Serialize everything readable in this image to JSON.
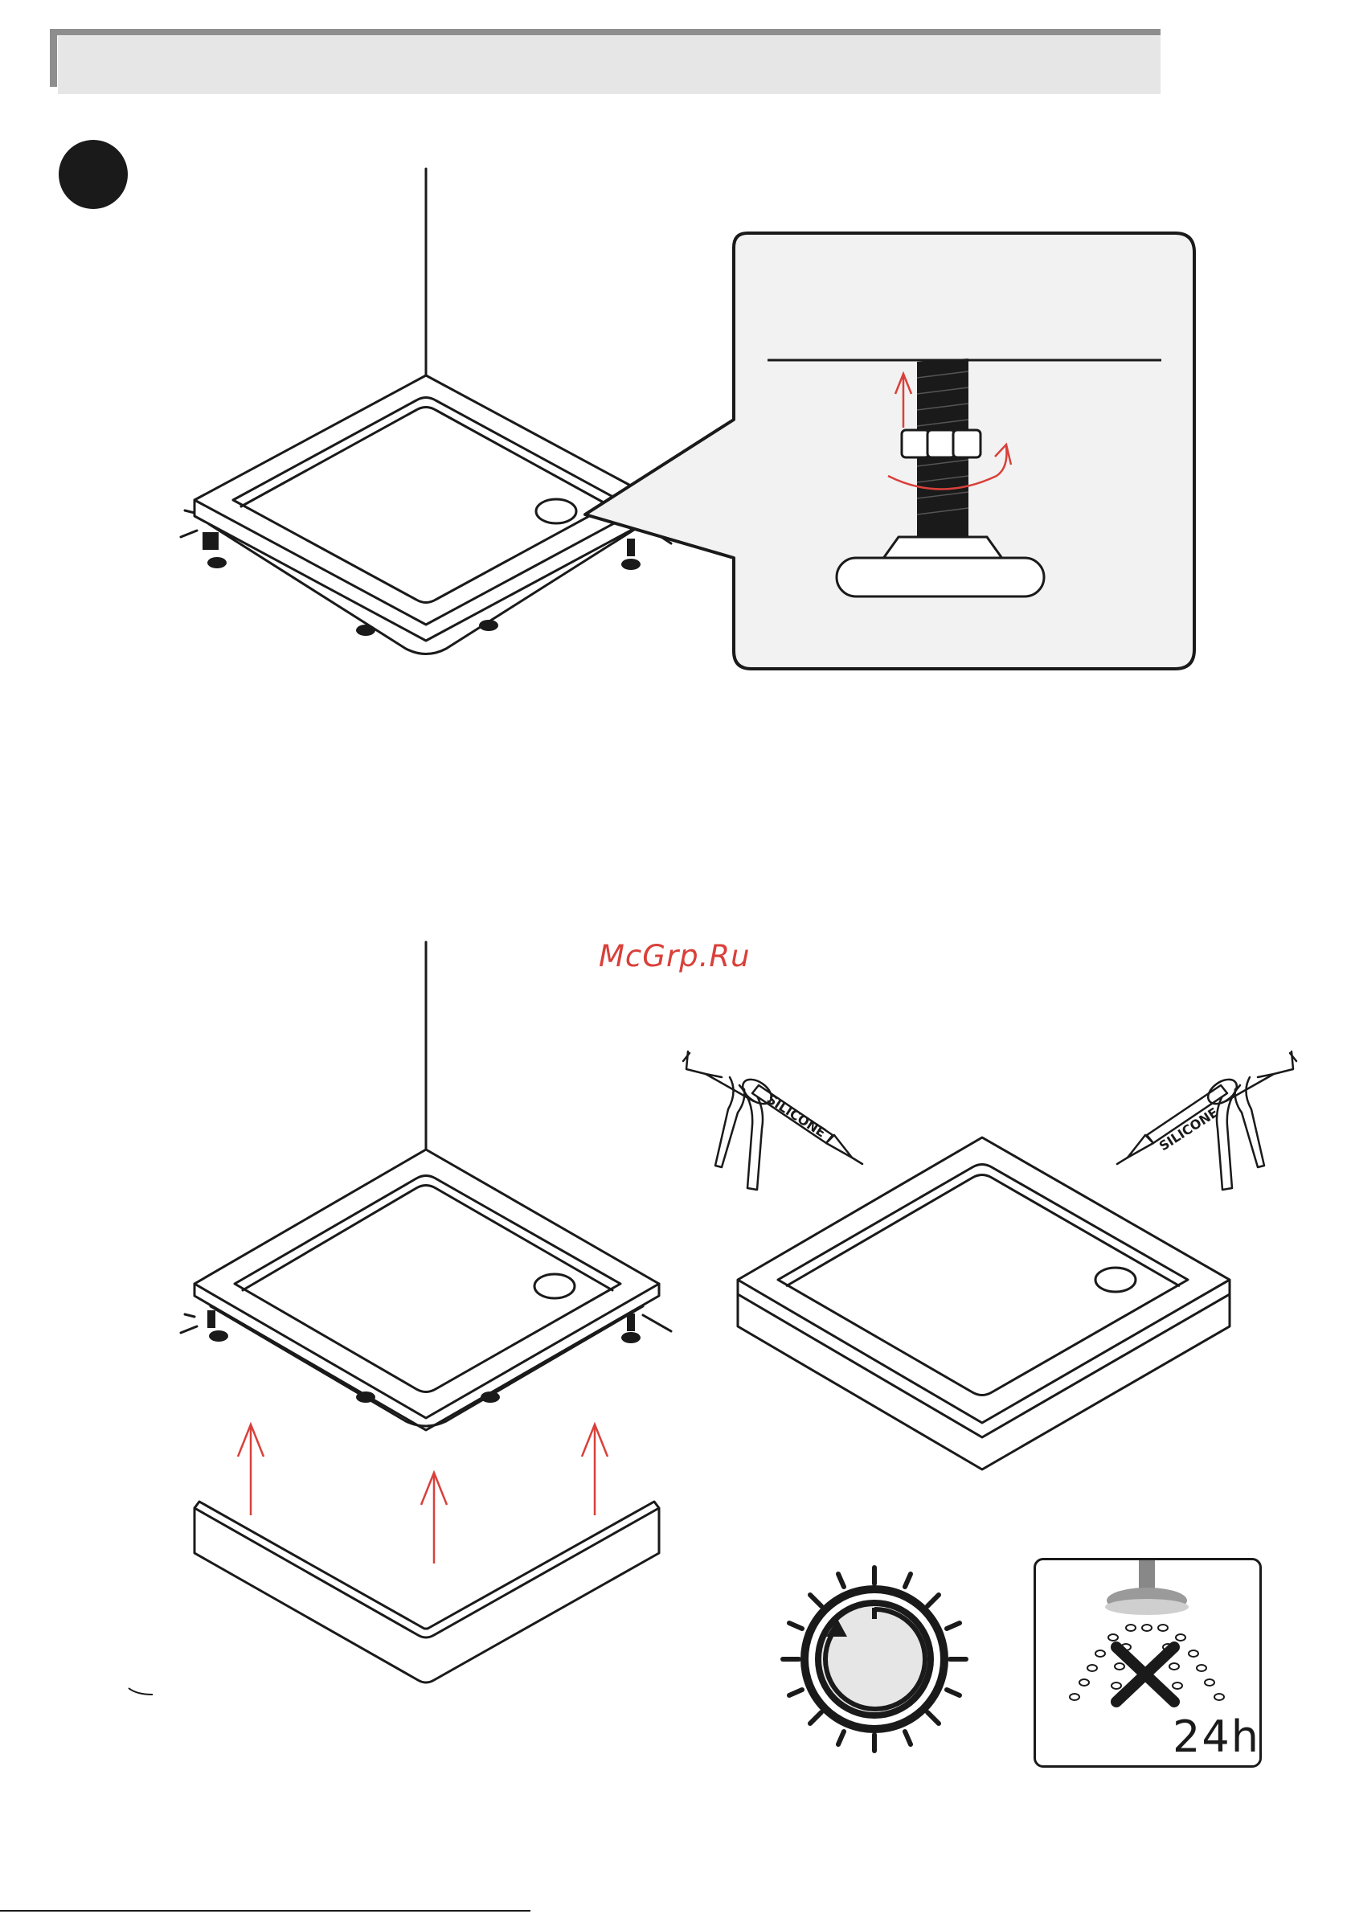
{
  "header": {
    "title": ""
  },
  "step": {
    "number": ""
  },
  "watermark": {
    "text": "McGrp.Ru"
  },
  "icons": {
    "silicone_left": {
      "name": "silicone-gun-icon",
      "label": "SILICONE"
    },
    "silicone_right": {
      "name": "silicone-gun-icon",
      "label": "SILICONE"
    },
    "timer": {
      "name": "clock-icon"
    },
    "no_shower": {
      "name": "no-shower-icon",
      "label": "24h"
    }
  },
  "colors": {
    "arrow": "#d9403a",
    "line": "#1a1a1a",
    "panel": "#f2f2f2",
    "header": "#e6e6e6"
  }
}
